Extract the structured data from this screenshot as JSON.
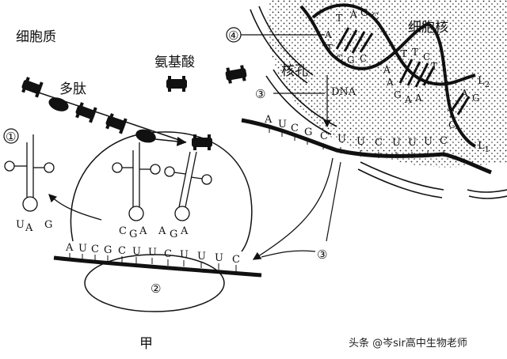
{
  "labels": {
    "cytoplasm": "细胞质",
    "amino_acid": "氨基酸",
    "polypeptide": "多肽",
    "nucleus": "细胞核",
    "nuclear_pore": "核孔",
    "dna": "DNA",
    "l1": "L",
    "l1_sub": "1",
    "l2": "L",
    "l2_sub": "2",
    "figure_name": "甲",
    "watermark": "头条 @岑sir高中生物老师"
  },
  "markers": {
    "m1": "①",
    "m2": "②",
    "m3a": "③",
    "m3b": "③",
    "m4": "④"
  },
  "mrna_ribosome_bases": [
    "A",
    "U",
    "C",
    "G",
    "C",
    "U",
    "U",
    "C",
    "U",
    "U",
    "U",
    "C"
  ],
  "mrna_nucleus_bases": [
    "A",
    "U",
    "C",
    "G",
    "C",
    "U",
    "U",
    "C",
    "U",
    "U",
    "U",
    "C"
  ],
  "anticodons": {
    "free_trna": [
      "U",
      "A",
      "G"
    ],
    "trna_a": [
      "C",
      "G",
      "A"
    ],
    "trna_b": [
      "A",
      "G",
      "A"
    ]
  },
  "dna_bases": {
    "upper_strand": [
      "T",
      "A",
      "G",
      "C"
    ],
    "upper_inner": [
      "A",
      "T",
      "C",
      "G",
      "C"
    ],
    "middle": [
      "T",
      "T",
      "C",
      "T"
    ],
    "middle_lower": [
      "A",
      "A",
      "G",
      "A",
      "A"
    ],
    "lower": [
      "A",
      "G",
      "T",
      "C"
    ]
  }
}
